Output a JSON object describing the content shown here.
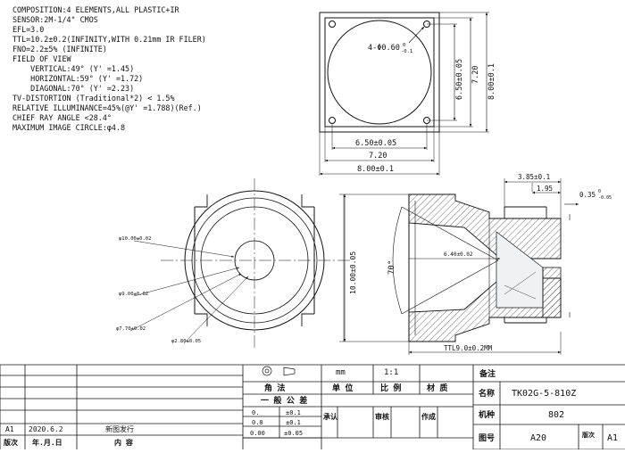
{
  "specs": [
    "COMPOSITION:4 ELEMENTS,ALL PLASTIC+IR",
    "SENSOR:2M-1/4\" CMOS",
    "EFL=3.0",
    "TTL=10.2±0.2(INFINITY,WITH 0.21mm IR FILER)",
    "FNO=2.2±5% (INFINITE)",
    "FIELD OF VIEW",
    "    VERTICAL:49° (Y' =1.45)",
    "    HORIZONTAL:59° (Y' =1.72)",
    "    DIAGONAL:70° (Y' =2.23)",
    "TV-DISTORTION (Traditional*2) < 1.5%",
    "RELATIVE ILLUMINANCE=45%(@Y' =1.788)(Ref.)",
    "CHIEF RAY ANGLE <28.4°",
    "MAXIMUM IMAGE CIRCLE:φ4.8"
  ],
  "top_view": {
    "hole_note": "4-Φ0.60",
    "hole_tol_upper": "0",
    "hole_tol_lower": "-0.1",
    "dim_inner_v": "6.50±0.05",
    "dim_mid_v": "7.20",
    "dim_outer_v": "8.00±0.1",
    "dim_inner_h": "6.50±0.05",
    "dim_mid_h": "7.20",
    "dim_outer_h": "8.00±0.1"
  },
  "front_view": {
    "d1": "φ10.00±0.02",
    "d2": "φ9.00±0.02",
    "d3": "φ7.70±0.02",
    "d4": "φ2.80±0.05"
  },
  "side_view": {
    "height": "10.00±0.05",
    "angle": "70°",
    "inner_dia": "6.40±0.02",
    "top_a": "3.85±0.1",
    "top_b": "1.95",
    "top_c": "0.35",
    "top_c_tol_upper": "0",
    "top_c_tol_lower": "-0.05",
    "ttl": "TTL9.0±0.2MM"
  },
  "title_block": {
    "unit_label": "mm",
    "scale": "1:1",
    "note_label": "备注",
    "header_angle": "角  法",
    "header_unit": "单  位",
    "header_scale": "比  例",
    "header_material": "材  质",
    "tol_title": "一  般  公  差",
    "tol_rows": [
      {
        "k": "0.",
        "v": "±0.1"
      },
      {
        "k": "0.0",
        "v": "±0.1"
      },
      {
        "k": "0.00",
        "v": "±0.05"
      }
    ],
    "approve": "承认",
    "review": "审核",
    "make": "作成",
    "name_label": "名称",
    "name_value": "TK02G-5-810Z",
    "model_label": "机种",
    "model_value": "802",
    "drawing_no_label": "图号",
    "drawing_no_value": "A20",
    "version_label": "版次",
    "version_value": "A1",
    "rev_version": "A1",
    "rev_date": "2020.6.2",
    "rev_content": "新图发行",
    "col_version": "版次",
    "col_date": "年.月.日",
    "col_content": "内    容"
  }
}
